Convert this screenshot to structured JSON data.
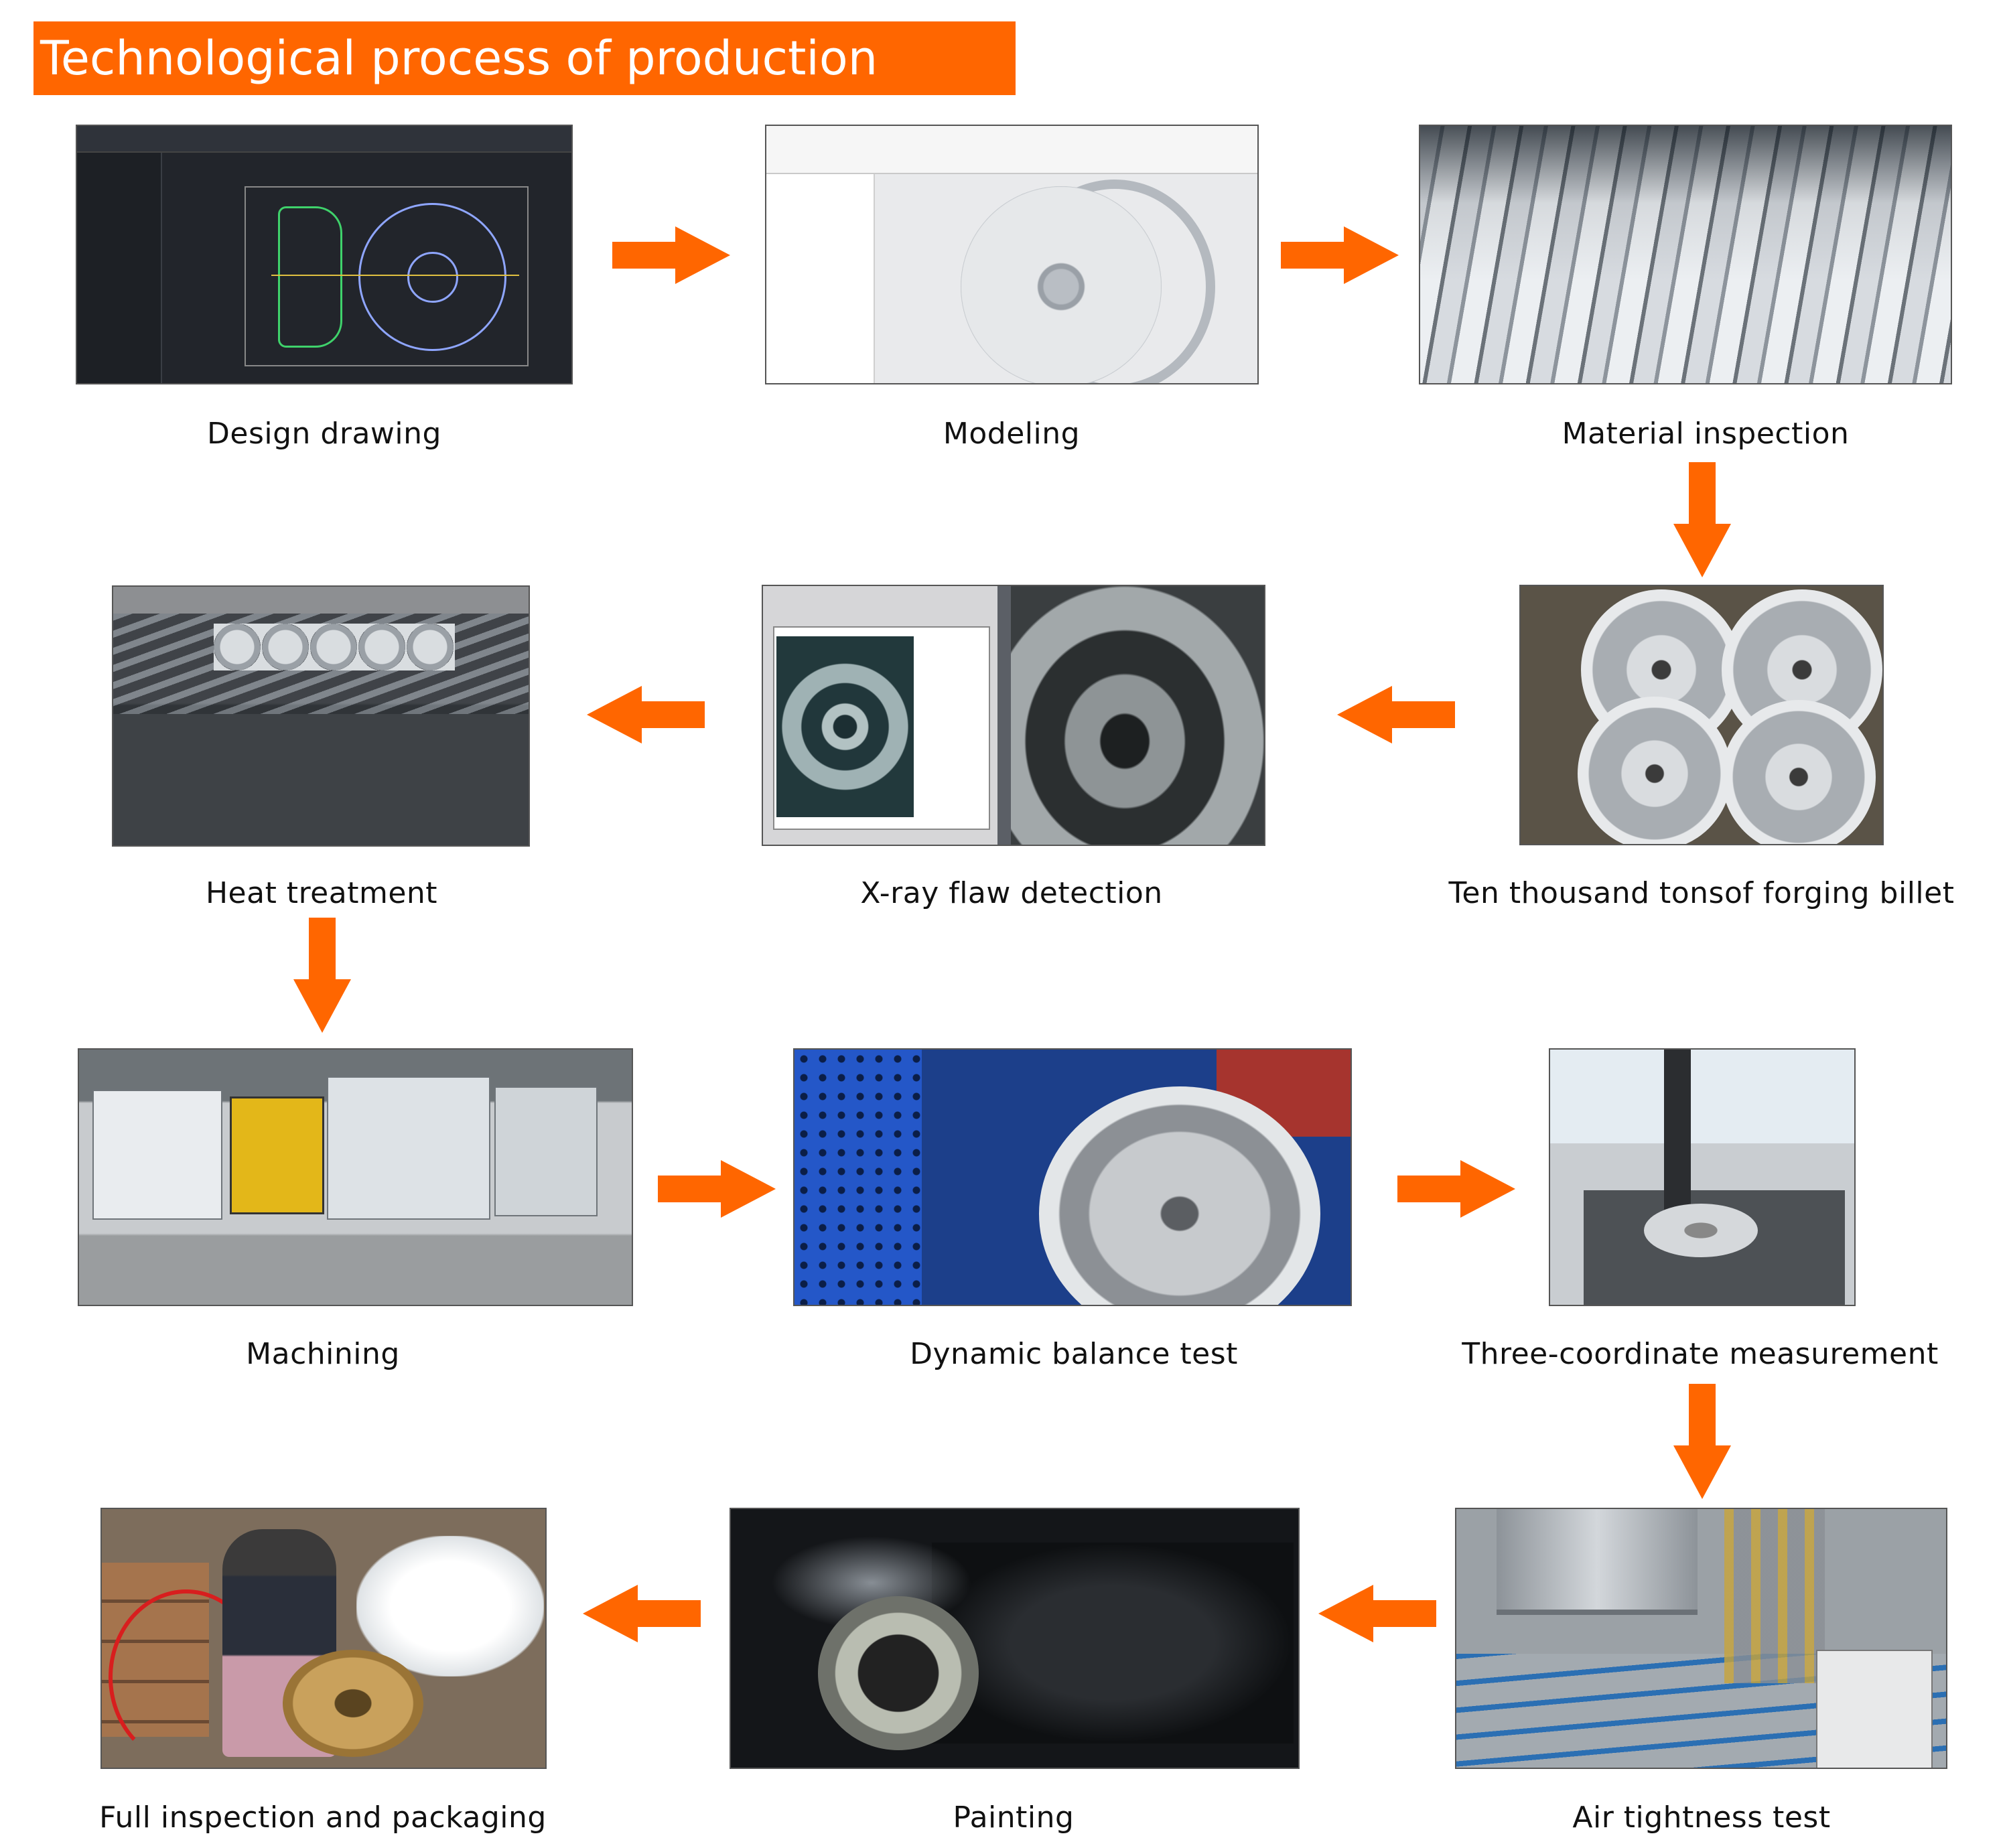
{
  "title": "Technological process of production",
  "colors": {
    "accent": "#ff6600",
    "text": "#111111",
    "background": "#ffffff"
  },
  "steps": [
    {
      "label": "Design drawing"
    },
    {
      "label": "Modeling"
    },
    {
      "label": "Material inspection"
    },
    {
      "label": "Ten thousand tonsof forging billet"
    },
    {
      "label": "X-ray flaw detection"
    },
    {
      "label": "Heat treatment"
    },
    {
      "label": "Machining"
    },
    {
      "label": "Dynamic balance test"
    },
    {
      "label": "Three-coordinate measurement"
    },
    {
      "label": "Air tightness test"
    },
    {
      "label": "Painting"
    },
    {
      "label": "Full inspection and packaging"
    }
  ],
  "arrows": [
    {
      "from": "Design drawing",
      "to": "Modeling",
      "direction": "right"
    },
    {
      "from": "Modeling",
      "to": "Material inspection",
      "direction": "right"
    },
    {
      "from": "Material inspection",
      "to": "Ten thousand tonsof forging billet",
      "direction": "down"
    },
    {
      "from": "Ten thousand tonsof forging billet",
      "to": "X-ray flaw detection",
      "direction": "left"
    },
    {
      "from": "X-ray flaw detection",
      "to": "Heat treatment",
      "direction": "left"
    },
    {
      "from": "Heat treatment",
      "to": "Machining",
      "direction": "down"
    },
    {
      "from": "Machining",
      "to": "Dynamic balance test",
      "direction": "right"
    },
    {
      "from": "Dynamic balance test",
      "to": "Three-coordinate measurement",
      "direction": "right"
    },
    {
      "from": "Three-coordinate measurement",
      "to": "Air tightness test",
      "direction": "down"
    },
    {
      "from": "Air tightness test",
      "to": "Painting",
      "direction": "left"
    },
    {
      "from": "Painting",
      "to": "Full inspection and packaging",
      "direction": "left"
    }
  ]
}
